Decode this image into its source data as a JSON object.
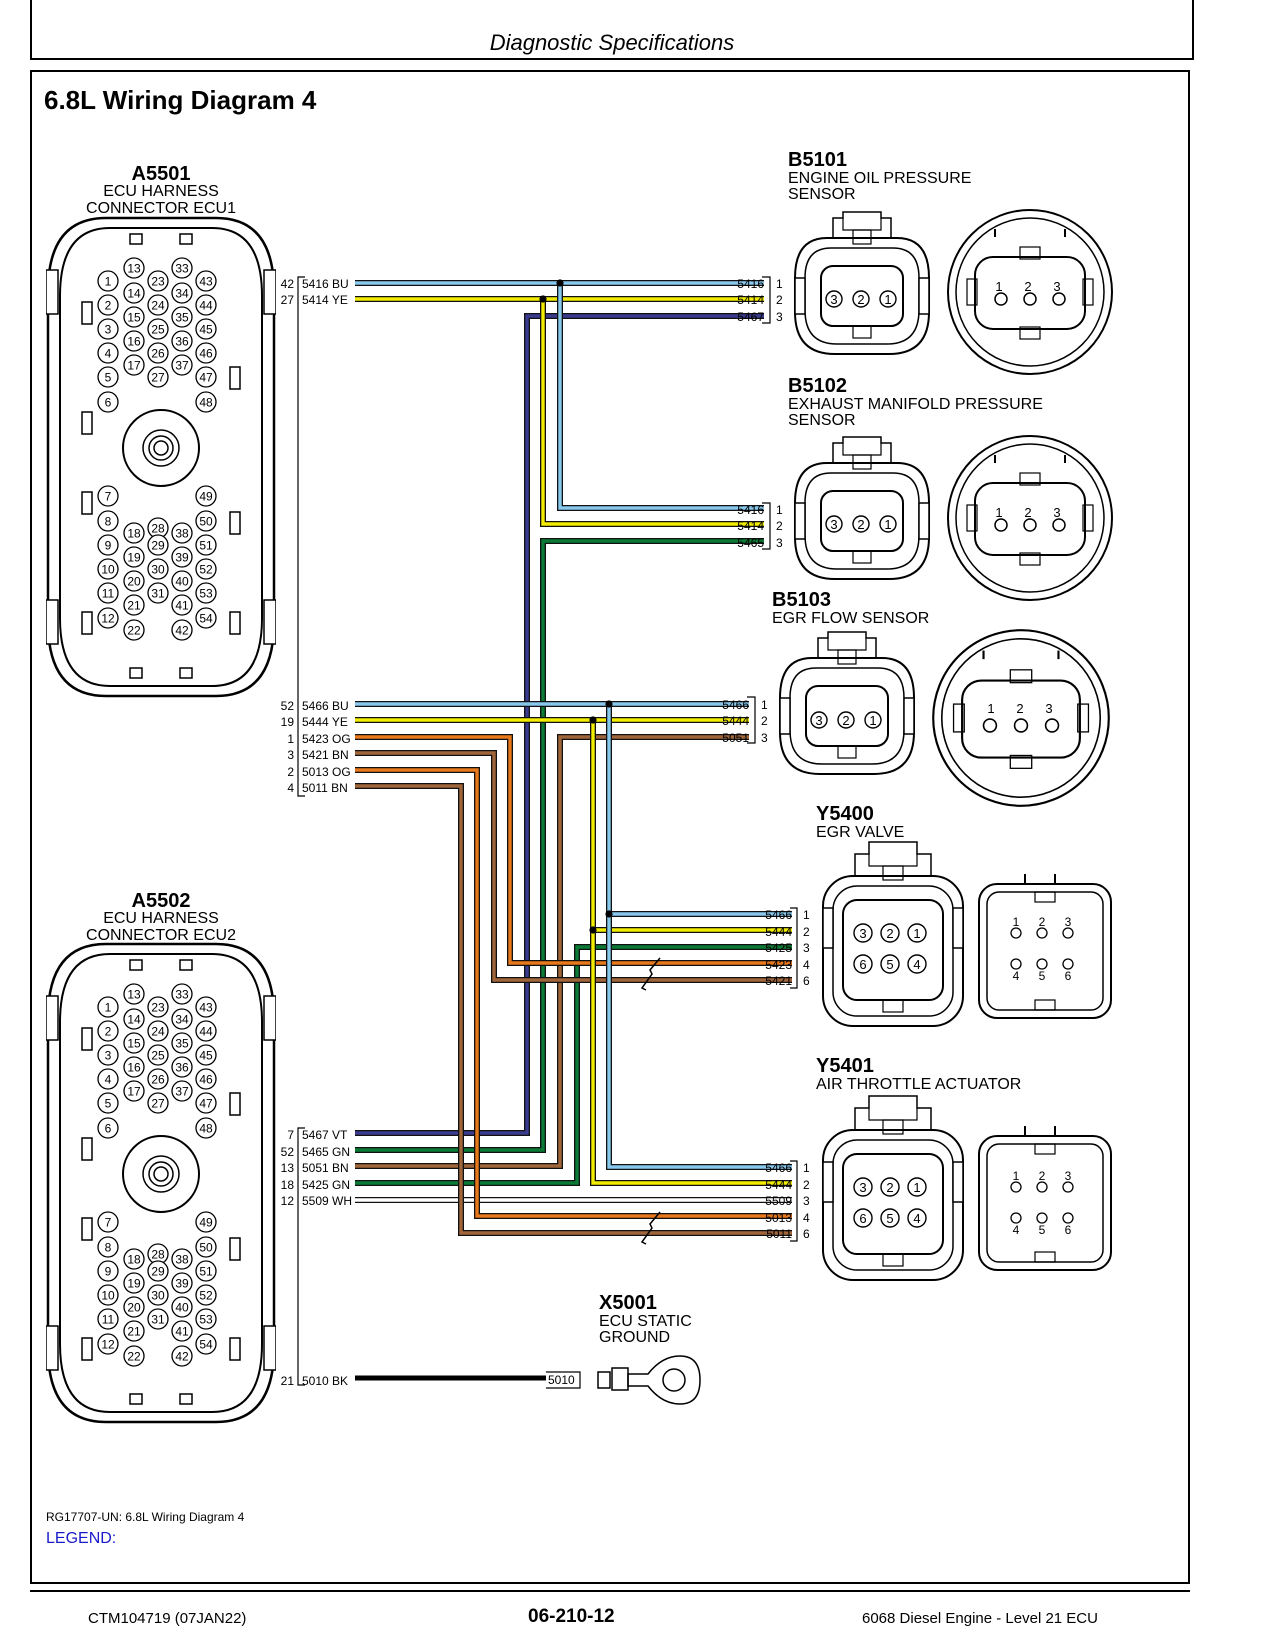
{
  "header": {
    "title": "Diagnostic Specifications"
  },
  "page_title": "6.8L Wiring Diagram 4",
  "connectors": {
    "a5501": {
      "id": "A5501",
      "desc1": "ECU HARNESS",
      "desc2": "CONNECTOR ECU1"
    },
    "a5502": {
      "id": "A5502",
      "desc1": "ECU HARNESS",
      "desc2": "CONNECTOR ECU2"
    },
    "b5101": {
      "id": "B5101",
      "desc1": "ENGINE OIL PRESSURE",
      "desc2": "SENSOR"
    },
    "b5102": {
      "id": "B5102",
      "desc1": "EXHAUST MANIFOLD PRESSURE",
      "desc2": "SENSOR"
    },
    "b5103": {
      "id": "B5103",
      "desc1": "EGR FLOW SENSOR"
    },
    "y5400": {
      "id": "Y5400",
      "desc1": "EGR VALVE"
    },
    "y5401": {
      "id": "Y5401",
      "desc1": "AIR THROTTLE ACTUATOR"
    },
    "x5001": {
      "id": "X5001",
      "desc1": "ECU STATIC",
      "desc2": "GROUND"
    }
  },
  "ecu_pins": {
    "top": [
      "13",
      "33",
      "1",
      "23",
      "43",
      "14",
      "34",
      "2",
      "24",
      "44",
      "15",
      "35",
      "3",
      "25",
      "45",
      "16",
      "36",
      "4",
      "26",
      "46",
      "17",
      "37",
      "5",
      "27",
      "47",
      "6",
      "48"
    ],
    "bottom": [
      "7",
      "49",
      "8",
      "28",
      "50",
      "18",
      "38",
      "9",
      "29",
      "51",
      "19",
      "39",
      "10",
      "30",
      "52",
      "20",
      "40",
      "11",
      "31",
      "53",
      "21",
      "41",
      "12",
      "22",
      "42",
      "54"
    ]
  },
  "pin_nums": [
    "1",
    "2",
    "3",
    "4",
    "5",
    "6"
  ],
  "wires": {
    "w5416": {
      "pin": "42",
      "label": "5416 BU",
      "circuit": "5416"
    },
    "w5414": {
      "pin": "27",
      "label": "5414 YE",
      "circuit": "5414"
    },
    "w5467": {
      "circuit": "5467"
    },
    "w5465": {
      "circuit": "5465"
    },
    "w5466": {
      "pin": "52",
      "label": "5466 BU",
      "circuit": "5466"
    },
    "w5444": {
      "pin": "19",
      "label": "5444 YE",
      "circuit": "5444"
    },
    "w5423": {
      "pin": "1",
      "label": "5423 OG",
      "circuit": "5423"
    },
    "w5421": {
      "pin": "3",
      "label": "5421 BN",
      "circuit": "5421"
    },
    "w5013": {
      "pin": "2",
      "label": "5013 OG",
      "circuit": "5013"
    },
    "w5011": {
      "pin": "4",
      "label": "5011 BN",
      "circuit": "5011"
    },
    "w5051": {
      "circuit": "5051"
    },
    "w5425": {
      "circuit": "5425"
    },
    "w5509": {
      "circuit": "5509"
    },
    "w5010": {
      "circuit": "5010"
    },
    "e5467": {
      "pin": "7",
      "label": "5467 VT"
    },
    "e5465": {
      "pin": "52",
      "label": "5465 GN"
    },
    "e5051": {
      "pin": "13",
      "label": "5051 BN"
    },
    "e5425": {
      "pin": "18",
      "label": "5425 GN"
    },
    "e5509": {
      "pin": "12",
      "label": "5509 WH"
    },
    "e5010": {
      "pin": "21",
      "label": "5010 BK"
    }
  },
  "colors": {
    "BU": "#88c8ec",
    "YE": "#f2ec00",
    "VT": "#3a3a8e",
    "GN": "#0b7a34",
    "OG": "#e8781c",
    "BN": "#a0663a",
    "WH": "#ffffff",
    "BK": "#000000"
  },
  "caption": "RG17707-UN: 6.8L Wiring Diagram 4",
  "legend": "LEGEND:",
  "footer": {
    "left": "CTM104719 (07JAN22)",
    "center": "06-210-12",
    "right": "6068 Diesel Engine - Level 21 ECU"
  }
}
